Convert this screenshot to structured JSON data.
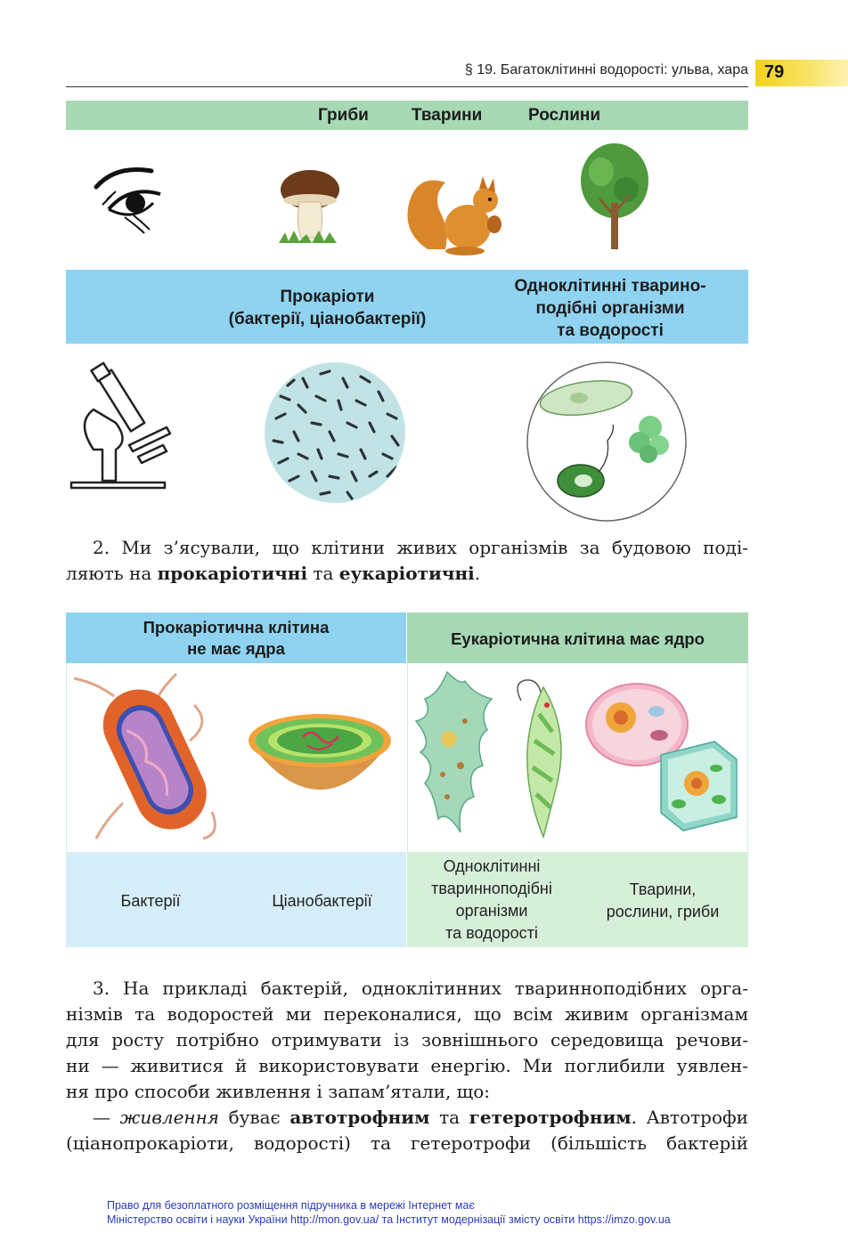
{
  "header": {
    "running_title": "§ 19. Багатоклітинні водорості: ульва, хара",
    "page_number": "79"
  },
  "band1": {
    "col1": "Гриби",
    "col2": "Тварини",
    "col3": "Рослини"
  },
  "band2": {
    "left_line1": "Прокаріоти",
    "left_line2": "(бактерії, ціанобактерії)",
    "right_line1": "Одноклітинні тварино-",
    "right_line2": "подібні організми",
    "right_line3": "та водорості"
  },
  "para2": {
    "part1": "2. Ми з’ясували, що клітини живих організмів за будовою поді-",
    "part2": "ляють на ",
    "bold1": "прокаріотичні",
    "part3": " та ",
    "bold2": "еукаріотичні",
    "part4": "."
  },
  "table": {
    "head_left_line1": "Прокаріотична клітина",
    "head_left_line2": "не має ядра",
    "head_right": "Еукаріотична клітина має ядро",
    "c1": "Бактерії",
    "c2": "Ціанобактерії",
    "c3_line1": "Одноклітинні",
    "c3_line2": "тваринноподібні",
    "c3_line3": "організми",
    "c3_line4": "та водорості",
    "c4_line1": "Тварини,",
    "c4_line2": "рослини, гриби"
  },
  "para3": {
    "l1": "3. На прикладі бактерій, одноклітинних тваринноподібних орга-",
    "l2": "нізмів та водоростей ми переконалися, що всім живим організмам",
    "l3": "для росту потрібно отримувати із зовнішнього середовища речови-",
    "l4": "ни — живитися й використовувати енергію. Ми поглибили уявлен-",
    "l5": "ня про способи живлення і запам’ятали, що:",
    "l6_dash": "— ",
    "l6_italic": "живлення",
    "l6_a": " буває ",
    "l6_bold1": "автотрофним",
    "l6_b": " та ",
    "l6_bold2": "гетеротрофним",
    "l6_c": ". Автотрофи",
    "l7": "(ціанопрокаріоти, водорості) та гетеротрофи (більшість бактерій"
  },
  "footer": {
    "line1": "Право для безоплатного розміщення підручника в мережі Інтернет має",
    "line2": "Міністерство освіти і науки України http://mon.gov.ua/ та Інститут модернізації змісту освіти https://imzo.gov.ua"
  },
  "colors": {
    "green_band": "#a6d9b4",
    "blue_band": "#8fd3f1",
    "light_blue_cell": "#d5eef9",
    "light_green_cell": "#d6efd9",
    "tab_yellow": "#f3d21a",
    "footer_blue": "#2a3bb5"
  },
  "icons": [
    "eye-icon",
    "mushroom-icon",
    "squirrel-icon",
    "tree-icon",
    "microscope-icon",
    "bacteria-circle-icon",
    "protists-circle-icon",
    "bacterium-cell-icon",
    "cyanobacterium-cell-icon",
    "amoeba-icon",
    "euglena-icon",
    "animal-cell-icon",
    "plant-cell-icon"
  ]
}
